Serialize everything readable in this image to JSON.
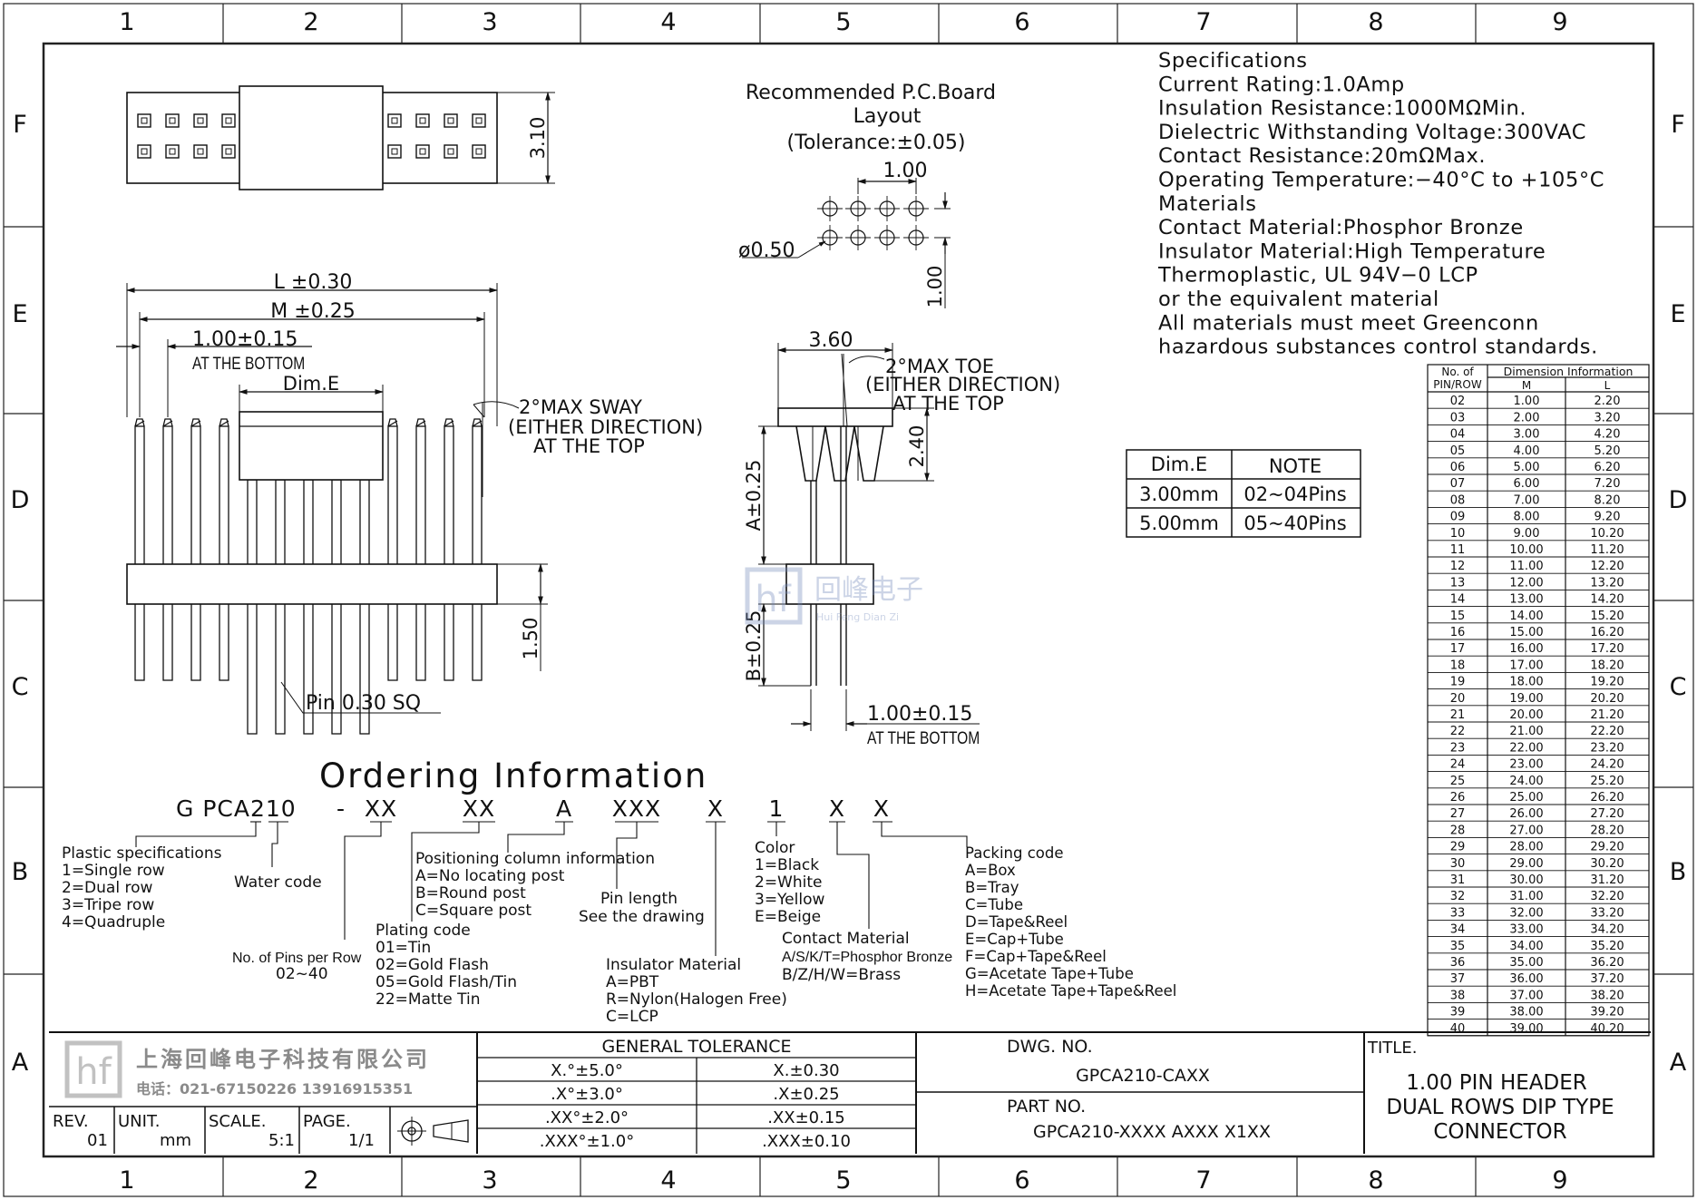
{
  "zones": {
    "columns": [
      "1",
      "2",
      "3",
      "4",
      "5",
      "6",
      "7",
      "8",
      "9"
    ],
    "rows": [
      "F",
      "E",
      "D",
      "C",
      "B",
      "A"
    ]
  },
  "top_view": {
    "height_dim": "3.10"
  },
  "front_view": {
    "l_dim": "L ±0.30",
    "m_dim": "M ±0.25",
    "pitch_dim": "1.00±0.15",
    "pitch_note": "AT THE BOTTOM",
    "dim_e": "Dim.E",
    "sway_1": "2°MAX SWAY",
    "sway_2": "(EITHER DIRECTION)",
    "sway_3": "AT THE TOP",
    "height_dim": "1.50",
    "pin_note": "Pin 0.30 SQ"
  },
  "pcb_layout": {
    "title_1": "Recommended P.C.Board",
    "title_2": "Layout",
    "tolerance": "(Tolerance:±0.05)",
    "pitch_x": "1.00",
    "pitch_y": "1.00",
    "hole": "ø0.50"
  },
  "side_view": {
    "width_dim": "3.60",
    "toe_1": "2°MAX TOE",
    "toe_2": "(EITHER DIRECTION)",
    "toe_3": "AT THE TOP",
    "height_dim": "2.40",
    "a_dim": "A±0.25",
    "b_dim": "B±0.25",
    "pitch_dim": "1.00±0.15",
    "pitch_note": "AT THE BOTTOM"
  },
  "watermark": {
    "text": "回峰电子",
    "sub": "Hui Feng Dian Zi"
  },
  "specifications": [
    "Specifications",
    "Current Rating:1.0Amp",
    "Insulation Resistance:1000MΩMin.",
    "Dielectric Withstanding Voltage:300VAC",
    "Contact Resistance:20mΩMax.",
    "Operating Temperature:−40°C to +105°C",
    "Materials",
    "Contact Material:Phosphor Bronze",
    "Insulator Material:High Temperature",
    "Thermoplastic, UL 94V−0 LCP",
    "or the equivalent material",
    "All materials must meet Greenconn",
    "hazardous substances control standards."
  ],
  "dim_e_table": {
    "headers": [
      "Dim.E",
      "NOTE"
    ],
    "rows": [
      [
        "3.00mm",
        "02~04Pins"
      ],
      [
        "5.00mm",
        "05~40Pins"
      ]
    ]
  },
  "dimension_table": {
    "col1_head_1": "No. of",
    "col1_head_2": "PIN/ROW",
    "group_head": "Dimension Information",
    "col_m": "M",
    "col_l": "L",
    "rows": [
      [
        "02",
        "1.00",
        "2.20"
      ],
      [
        "03",
        "2.00",
        "3.20"
      ],
      [
        "04",
        "3.00",
        "4.20"
      ],
      [
        "05",
        "4.00",
        "5.20"
      ],
      [
        "06",
        "5.00",
        "6.20"
      ],
      [
        "07",
        "6.00",
        "7.20"
      ],
      [
        "08",
        "7.00",
        "8.20"
      ],
      [
        "09",
        "8.00",
        "9.20"
      ],
      [
        "10",
        "9.00",
        "10.20"
      ],
      [
        "11",
        "10.00",
        "11.20"
      ],
      [
        "12",
        "11.00",
        "12.20"
      ],
      [
        "13",
        "12.00",
        "13.20"
      ],
      [
        "14",
        "13.00",
        "14.20"
      ],
      [
        "15",
        "14.00",
        "15.20"
      ],
      [
        "16",
        "15.00",
        "16.20"
      ],
      [
        "17",
        "16.00",
        "17.20"
      ],
      [
        "18",
        "17.00",
        "18.20"
      ],
      [
        "19",
        "18.00",
        "19.20"
      ],
      [
        "20",
        "19.00",
        "20.20"
      ],
      [
        "21",
        "20.00",
        "21.20"
      ],
      [
        "22",
        "21.00",
        "22.20"
      ],
      [
        "23",
        "22.00",
        "23.20"
      ],
      [
        "24",
        "23.00",
        "24.20"
      ],
      [
        "25",
        "24.00",
        "25.20"
      ],
      [
        "26",
        "25.00",
        "26.20"
      ],
      [
        "27",
        "26.00",
        "27.20"
      ],
      [
        "28",
        "27.00",
        "28.20"
      ],
      [
        "29",
        "28.00",
        "29.20"
      ],
      [
        "30",
        "29.00",
        "30.20"
      ],
      [
        "31",
        "30.00",
        "31.20"
      ],
      [
        "32",
        "31.00",
        "32.20"
      ],
      [
        "33",
        "32.00",
        "33.20"
      ],
      [
        "34",
        "33.00",
        "34.20"
      ],
      [
        "35",
        "34.00",
        "35.20"
      ],
      [
        "36",
        "35.00",
        "36.20"
      ],
      [
        "37",
        "36.00",
        "37.20"
      ],
      [
        "38",
        "37.00",
        "38.20"
      ],
      [
        "39",
        "38.00",
        "39.20"
      ],
      [
        "40",
        "39.00",
        "40.20"
      ]
    ]
  },
  "ordering": {
    "title": "Ordering Information",
    "code": [
      "G PCA210",
      "-",
      "XX",
      "XX",
      "A",
      "XXX",
      "X",
      "1",
      "X",
      "X"
    ],
    "plastic": [
      "Plastic specifications",
      "1=Single row",
      "2=Dual row",
      "3=Tripe row",
      "4=Quadruple"
    ],
    "water": "Water code",
    "pins": [
      "No. of Pins per Row",
      "02~40"
    ],
    "plating": [
      "Plating code",
      "01=Tin",
      "02=Gold Flash",
      "05=Gold Flash/Tin",
      "22=Matte Tin"
    ],
    "positioning": [
      "Positioning column information",
      "A=No locating post",
      "B=Round post",
      "C=Square post"
    ],
    "pin_length": [
      "Pin length",
      "See the drawing"
    ],
    "insulator": [
      "Insulator Material",
      "A=PBT",
      "R=Nylon(Halogen Free)",
      "C=LCP"
    ],
    "color": [
      "Color",
      "1=Black",
      "2=White",
      "3=Yellow",
      "E=Beige"
    ],
    "contact": [
      "Contact Material",
      "A/S/K/T=Phosphor Bronze",
      "B/Z/H/W=Brass"
    ],
    "packing": [
      "Packing code",
      "A=Box",
      "B=Tray",
      "C=Tube",
      "D=Tape&Reel",
      "E=Cap+Tube",
      "F=Cap+Tape&Reel",
      "G=Acetate Tape+Tube",
      "H=Acetate Tape+Tape&Reel"
    ]
  },
  "title_block": {
    "company": "上海回峰电子科技有限公司",
    "phone": "电话：021-67150226  13916915351",
    "tolerance_title": "GENERAL TOLERANCE",
    "tolerances": [
      [
        "X.°±5.0°",
        "X.±0.30"
      ],
      [
        ".X°±3.0°",
        ".X±0.25"
      ],
      [
        ".XX°±2.0°",
        ".XX±0.15"
      ],
      [
        ".XXX°±1.0°",
        ".XXX±0.10"
      ]
    ],
    "rev_label": "REV.",
    "rev": "01",
    "unit_label": "UNIT.",
    "unit": "mm",
    "scale_label": "SCALE.",
    "scale": "5:1",
    "page_label": "PAGE.",
    "page": "1/1",
    "dwg_label": "DWG. NO.",
    "dwg": "GPCA210-CAXX",
    "part_label": "PART NO.",
    "part": "GPCA210-XXXX AXXX X1XX",
    "title_label": "TITLE.",
    "title": [
      "1.00 PIN HEADER",
      "DUAL ROWS DIP TYPE",
      "CONNECTOR"
    ]
  }
}
